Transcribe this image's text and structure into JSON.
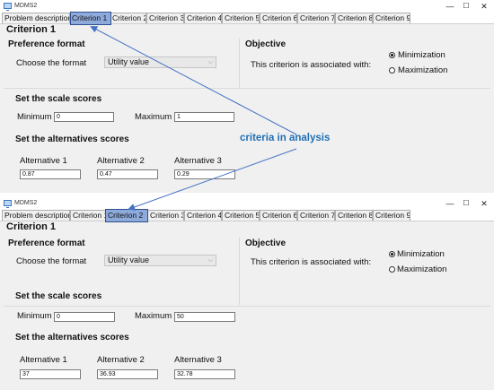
{
  "app": {
    "title": "MDMS2"
  },
  "tabs": [
    "Problem description",
    "Criterion 1",
    "Criterion 2",
    "Criterion 3",
    "Criterion 4",
    "Criterion 5",
    "Criterion 6",
    "Criterion 7",
    "Criterion 8",
    "Criterion 9"
  ],
  "callout": "criteria in analysis",
  "labels": {
    "preference": "Preference format",
    "choose_format": "Choose the format",
    "objective": "Objective",
    "associated": "This criterion is associated with:",
    "minimization": "Minimization",
    "maximization": "Maximization",
    "scale_scores": "Set the scale scores",
    "minimum": "Minimum",
    "maximum": "Maximum",
    "alt_scores": "Set the alternatives scores",
    "alt1": "Alternative 1",
    "alt2": "Alternative 2",
    "alt3": "Alternative 3"
  },
  "colors": {
    "callout": "#1f6fb5",
    "highlight": "#8eaadb",
    "arrow": "#4472c4"
  },
  "screens": [
    {
      "title": "Criterion 1",
      "active_tab": "Criterion 1",
      "format": "Utility value",
      "objective": "Minimization",
      "minimum": "0",
      "maximum": "1",
      "alternatives": [
        "0.87",
        "0.47",
        "0.29"
      ]
    },
    {
      "title": "Criterion 1",
      "active_tab": "Criterion 2",
      "format": "Utility value",
      "objective": "Minimization",
      "minimum": "0",
      "maximum": "50",
      "alternatives": [
        "37",
        "36.93",
        "32.78"
      ]
    }
  ]
}
